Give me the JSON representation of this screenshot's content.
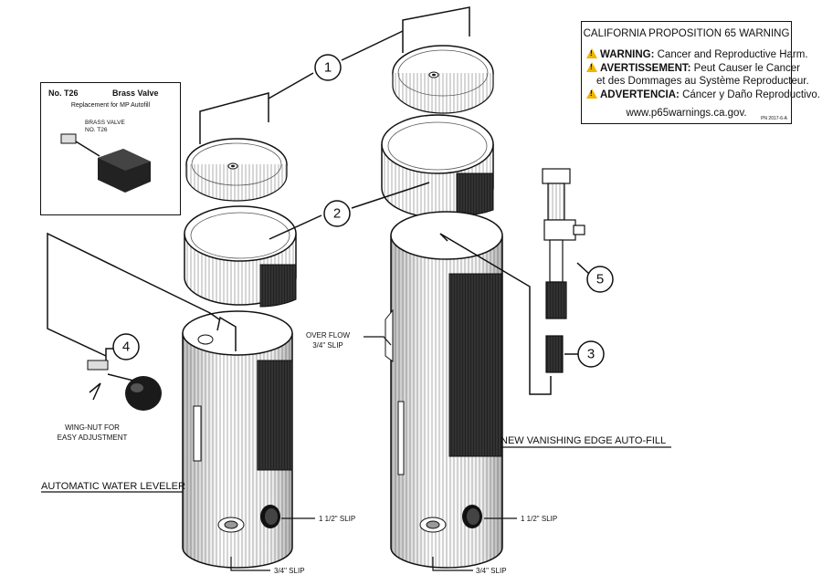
{
  "inset": {
    "part_no": "No. T26",
    "part_name": "Brass Valve",
    "subtitle": "Replacement for MP Autofill",
    "brass_line1": "BRASS VALVE",
    "brass_line2": "NO. T26"
  },
  "warning": {
    "title": "CALIFORNIA PROPOSITION 65 WARNING",
    "w1_bold": "WARNING:",
    "w1_text": " Cancer and Reproductive Harm.",
    "w2_bold": "AVERTISSEMENT:",
    "w2_text": " Peut Causer le Cancer",
    "w2_cont": "et des Dommages au Système Reproducteur.",
    "w3_bold": "ADVERTENCIA:",
    "w3_text": " Cáncer y Daño Reproductivo.",
    "url": "www.p65warnings.ca.gov.",
    "code": "PN 2017-6-A"
  },
  "callouts": {
    "n1": "1",
    "n2": "2",
    "n3": "3",
    "n4": "4",
    "n5": "5"
  },
  "labels": {
    "wing_nut_1": "WING-NUT FOR",
    "wing_nut_2": "EASY ADJUSTMENT",
    "overflow_1": "OVER FLOW",
    "overflow_2": "3/4\" SLIP",
    "slip_112_left": "1 1/2\" SLIP",
    "slip_112_right": "1 1/2\" SLIP",
    "slip_34_left": "3/4\" SLIP",
    "slip_34_right": "3/4\" SLIP",
    "title_left": "AUTOMATIC WATER LEVELER",
    "title_right": "NEW VANISHING EDGE AUTO-FILL"
  }
}
